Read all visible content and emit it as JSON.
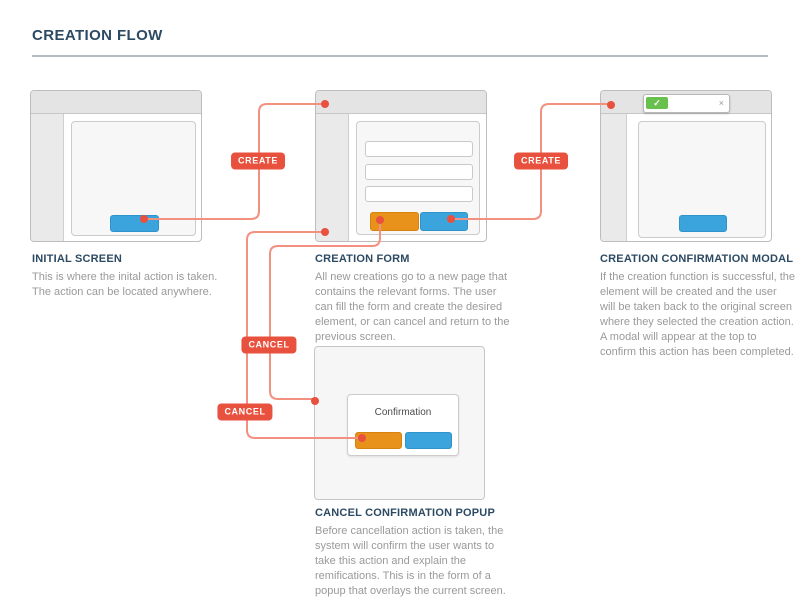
{
  "title": "CREATION FLOW",
  "colors": {
    "accent_red": "#e8513d",
    "line_salmon": "#f2917f",
    "blue_button": "#3ca4dc",
    "orange_button": "#e8921c",
    "green_success": "#68c04d",
    "heading_navy": "#2d4a63",
    "body_gray": "#9a9a9a"
  },
  "connectors": {
    "create_1": "CREATE",
    "create_2": "CREATE",
    "cancel_1": "CANCEL",
    "cancel_2": "CANCEL"
  },
  "toast": {
    "check_icon": "✓",
    "close_icon": "×"
  },
  "sections": {
    "initial": {
      "heading": "INITIAL SCREEN",
      "description": [
        "This is where the inital action is taken.",
        "The action can be located anywhere."
      ]
    },
    "form": {
      "heading": "CREATION FORM",
      "description": [
        "All new creations go to a new page that",
        "contains the relevant forms. The user",
        "can fill the form and create the desired",
        "element, or can cancel and return to the",
        "previous screen."
      ]
    },
    "modal": {
      "heading": "CREATION CONFIRMATION MODAL",
      "description": [
        "If the creation function is successful, the",
        "element will be created and the user",
        "will be taken back to the original screen",
        "where they selected the creation action.",
        "A modal will appear at the top to",
        "confirm this action has been completed."
      ]
    },
    "popup": {
      "heading": "CANCEL CONFIRMATION POPUP",
      "card_title": "Confirmation",
      "description": [
        "Before cancellation action is taken, the",
        "system will confirm the user wants to",
        "take this action and explain the",
        "remifications. This is in the form of a",
        "popup that overlays the current screen."
      ]
    }
  }
}
